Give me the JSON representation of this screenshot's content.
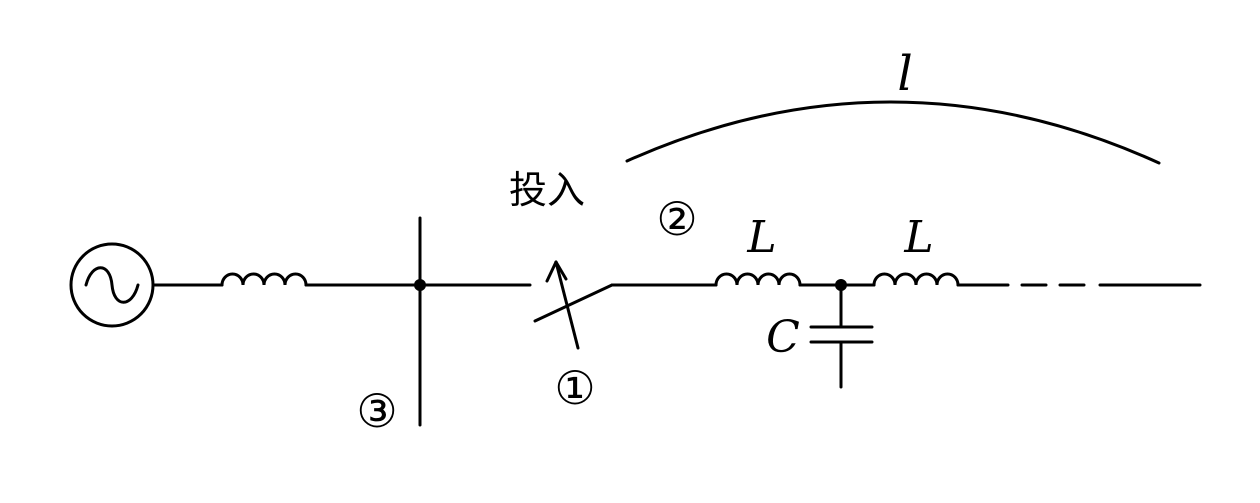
{
  "labels": {
    "length": "l",
    "switch_action": "投入",
    "point_1": "①",
    "point_2": "②",
    "point_3": "③",
    "inductance_1": "L",
    "inductance_2": "L",
    "capacitance": "C"
  }
}
